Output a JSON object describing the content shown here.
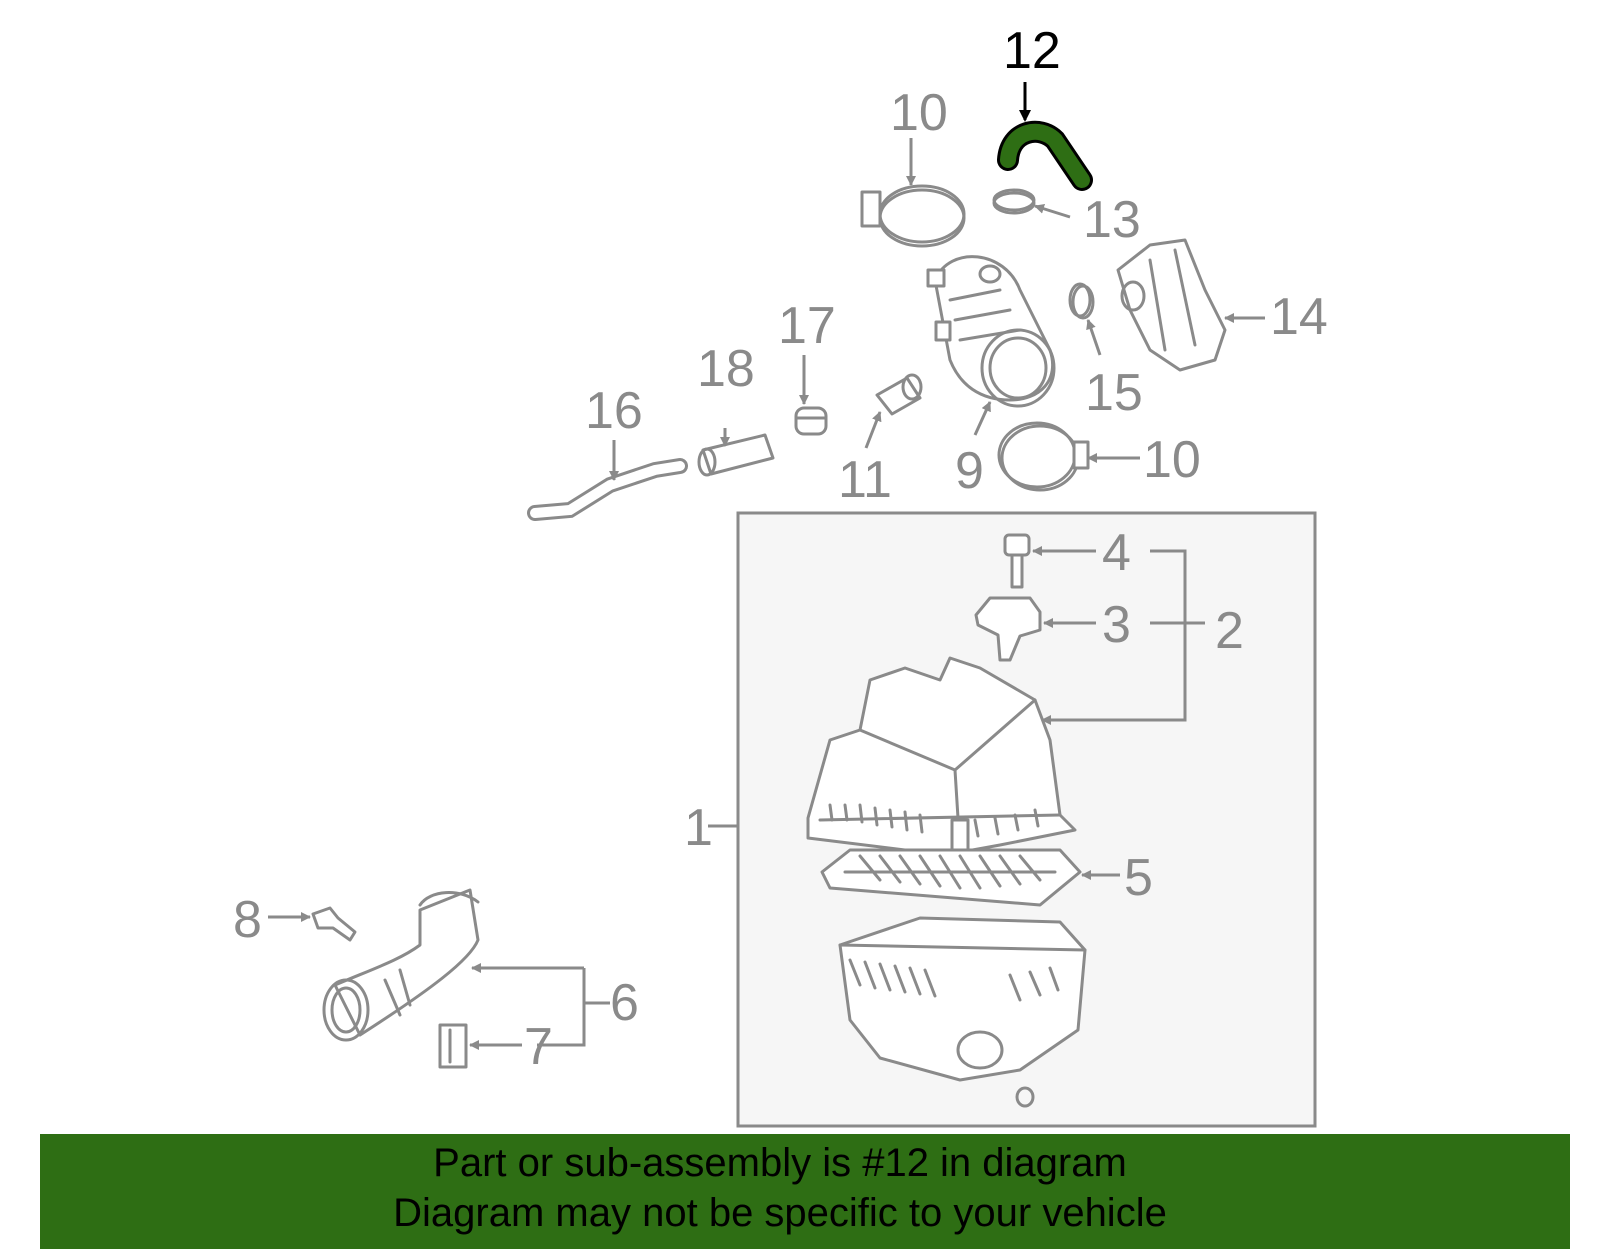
{
  "highlight_color": "#2e6e14",
  "callouts": {
    "c1": "1",
    "c2": "2",
    "c3": "3",
    "c4": "4",
    "c5": "5",
    "c6": "6",
    "c7": "7",
    "c8": "8",
    "c9": "9",
    "c10a": "10",
    "c10b": "10",
    "c11": "11",
    "c12": "12",
    "c13": "13",
    "c14": "14",
    "c15": "15",
    "c16": "16",
    "c17": "17",
    "c18": "18"
  },
  "banner": {
    "line1": "Part or sub-assembly is #12 in diagram",
    "line2": "Diagram may not be specific to your vehicle"
  }
}
